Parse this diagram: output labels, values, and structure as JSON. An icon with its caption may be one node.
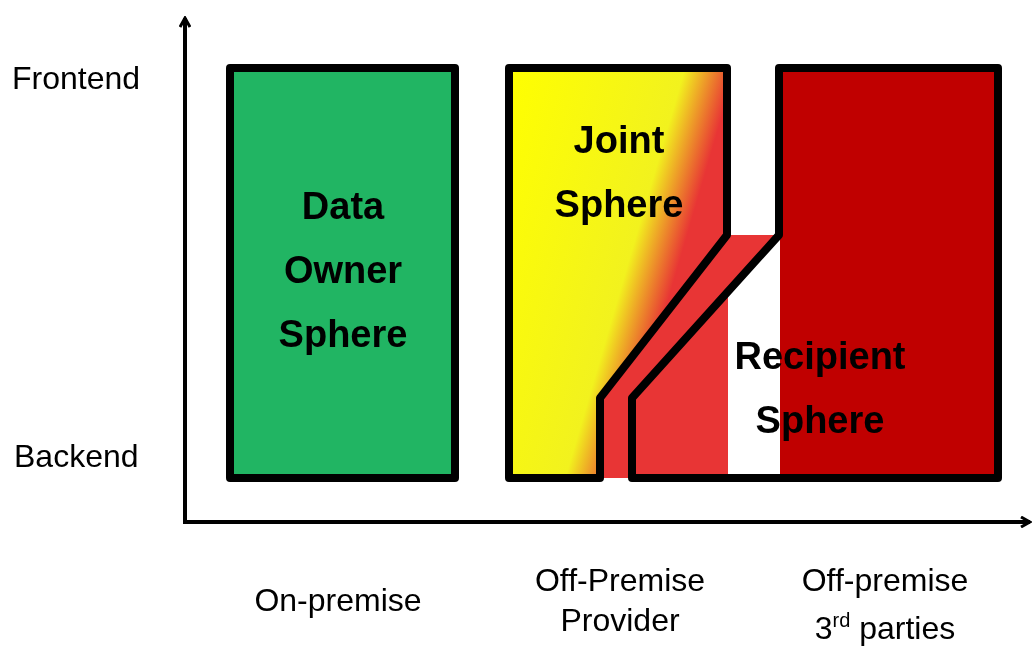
{
  "diagram": {
    "nodes": [
      {
        "text": [
          "Data Owner Sphere"
        ]
      },
      {
        "text": [
          "Joint Sphere"
        ]
      },
      {
        "text": [
          "Recipient Sphere"
        ]
      }
    ],
    "labels": [
      "Frontend",
      "Backend",
      "On-premise",
      "Off-Premise Provider",
      "Off-premise 3$^{rd}$ parties"
    ]
  }
}
